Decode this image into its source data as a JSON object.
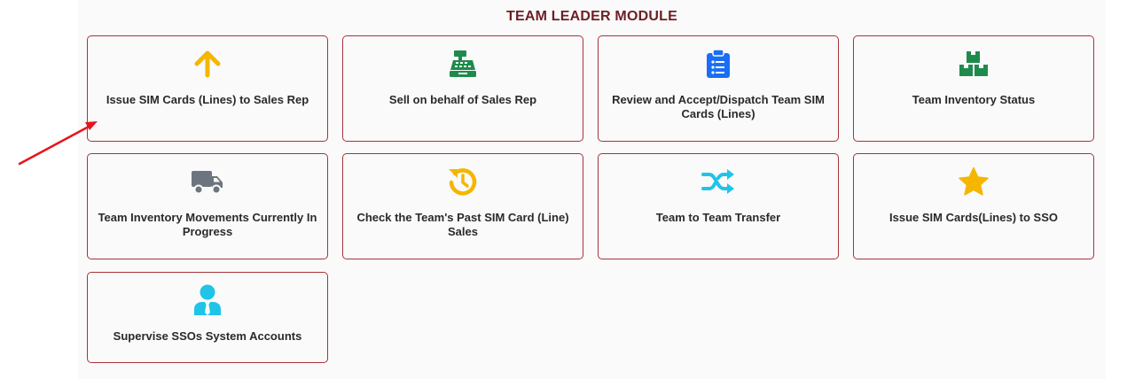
{
  "module": {
    "title": "TEAM LEADER MODULE"
  },
  "cards": [
    {
      "label": "Issue SIM Cards (Lines) to Sales Rep",
      "icon": "arrow-up-icon",
      "color": "#f5b600"
    },
    {
      "label": "Sell on behalf of Sales Rep",
      "icon": "cash-register-icon",
      "color": "#1e8b4c"
    },
    {
      "label": "Review and Accept/Dispatch Team SIM Cards (Lines)",
      "icon": "clipboard-list-icon",
      "color": "#1a6ef5"
    },
    {
      "label": "Team Inventory Status",
      "icon": "boxes-icon",
      "color": "#1e8b4c"
    },
    {
      "label": "Team Inventory Movements Currently In Progress",
      "icon": "truck-icon",
      "color": "#6c757d"
    },
    {
      "label": "Check the Team's Past SIM Card (Line) Sales",
      "icon": "history-icon",
      "color": "#f5b600"
    },
    {
      "label": "Team to Team Transfer",
      "icon": "shuffle-icon",
      "color": "#1fc4e8"
    },
    {
      "label": "Issue SIM Cards(Lines) to SSO",
      "icon": "star-icon",
      "color": "#f5b600"
    },
    {
      "label": "Supervise SSOs System Accounts",
      "icon": "user-tie-icon",
      "color": "#1fc4e8"
    }
  ],
  "annotation": {
    "icon": "red-arrow-icon",
    "color": "#e8141b"
  }
}
